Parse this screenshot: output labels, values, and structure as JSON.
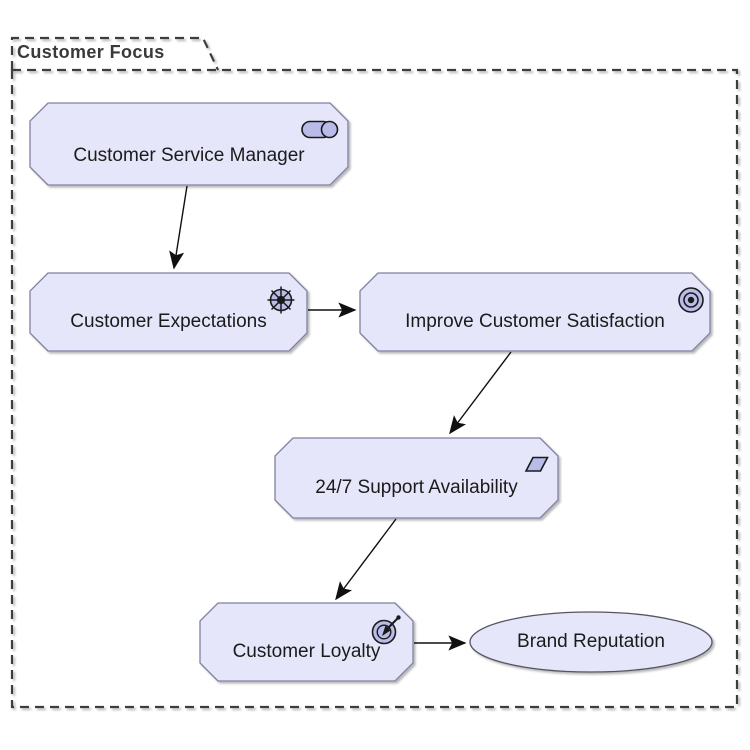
{
  "diagram": {
    "type": "archimate-motivation-diagram",
    "group": {
      "label": "Customer Focus"
    },
    "nodes": [
      {
        "label": "Customer Service Manager",
        "icon": "role-icon",
        "shape": "octagon"
      },
      {
        "label": "Customer Expectations",
        "icon": "driver-icon",
        "shape": "octagon"
      },
      {
        "label": "Improve Customer Satisfaction",
        "icon": "goal-icon",
        "shape": "octagon"
      },
      {
        "label": "24/7 Support Availability",
        "icon": "requirement-icon",
        "shape": "octagon"
      },
      {
        "label": "Customer Loyalty",
        "icon": "outcome-icon",
        "shape": "octagon"
      },
      {
        "label": "Brand Reputation",
        "icon": "none",
        "shape": "ellipse"
      }
    ],
    "edges": [
      {
        "from": "Customer Service Manager",
        "to": "Customer Expectations",
        "style": "solid-arrow"
      },
      {
        "from": "Customer Expectations",
        "to": "Improve Customer Satisfaction",
        "style": "solid-arrow"
      },
      {
        "from": "Improve Customer Satisfaction",
        "to": "24/7 Support Availability",
        "style": "solid-arrow"
      },
      {
        "from": "24/7 Support Availability",
        "to": "Customer Loyalty",
        "style": "solid-arrow"
      },
      {
        "from": "Customer Loyalty",
        "to": "Brand Reputation",
        "style": "solid-arrow"
      }
    ],
    "colors": {
      "node_fill": "#E6E6FA",
      "node_border": "#8080A0",
      "icon_fill": "#B9BCE8",
      "icon_stroke": "#1A1A1A",
      "edge": "#101010",
      "group_border": "#3D3D3D",
      "text": "#1B1B1B",
      "background": "#FFFFFF"
    }
  }
}
